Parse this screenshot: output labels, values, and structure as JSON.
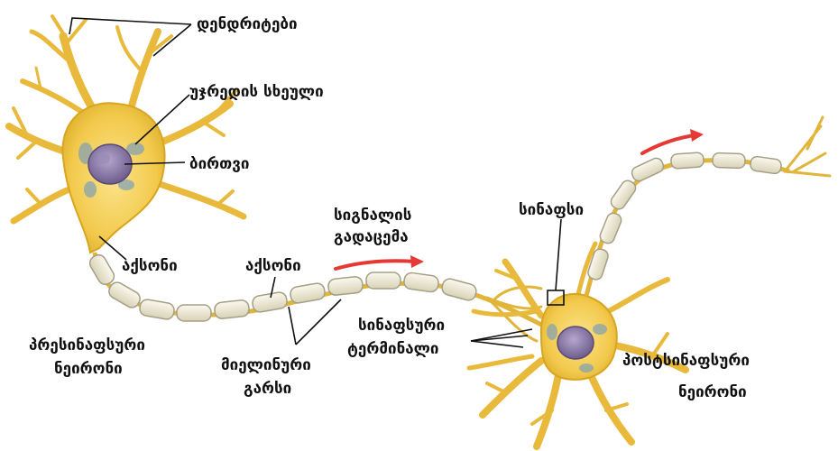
{
  "labels": {
    "dendrites": "დენდრიტები",
    "cell_body": "უჯრედის სხეული",
    "nucleus": "ბირთვი",
    "axon_1": "აქსონი",
    "axon_2": "აქსონი",
    "signal_line1": "სიგნალის",
    "signal_line2": "გადაცემა",
    "synapse": "სინაფსი",
    "synaptic_terminal_line1": "სინაფსური",
    "synaptic_terminal_line2": "ტერმინალი",
    "presynaptic_line1": "პრესინაფსური",
    "presynaptic_line2": "ნეირონი",
    "myelin_line1": "მიელინური",
    "myelin_line2": "გარსი",
    "postsynaptic_line1": "პოსტსინაფსური",
    "postsynaptic_line2": "ნეირონი"
  },
  "colors": {
    "neuron_body": "#f2c94c",
    "neuron_edge": "#d9a520",
    "nucleus": "#7a6a9a",
    "myelin": "#ebe6cf",
    "myelin_edge": "#a59f86",
    "arrow": "#e53935"
  }
}
